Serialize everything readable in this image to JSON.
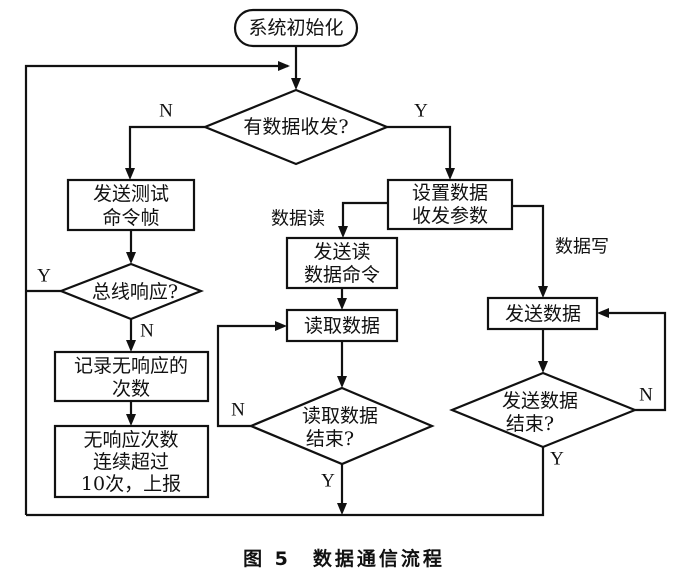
{
  "diagram": {
    "type": "flowchart",
    "nodes": {
      "start": {
        "kind": "terminal",
        "lines": [
          "系统初始化"
        ]
      },
      "has_data": {
        "kind": "decision",
        "lines": [
          "有数据收发?"
        ]
      },
      "send_test": {
        "kind": "process",
        "lines": [
          "发送测试",
          "命令帧"
        ]
      },
      "bus_resp": {
        "kind": "decision",
        "lines": [
          "总线响应?"
        ]
      },
      "record_noresp": {
        "kind": "process",
        "lines": [
          "记录无响应的",
          "次数"
        ]
      },
      "report": {
        "kind": "process",
        "lines": [
          "无响应次数",
          "连续超过",
          "10次，上报"
        ]
      },
      "set_params": {
        "kind": "process",
        "lines": [
          "设置数据",
          "收发参数"
        ]
      },
      "send_read_cmd": {
        "kind": "process",
        "lines": [
          "发送读",
          "数据命令"
        ]
      },
      "read_data": {
        "kind": "process",
        "lines": [
          "读取数据"
        ]
      },
      "read_done": {
        "kind": "decision",
        "lines": [
          "读取数据",
          "结束?"
        ]
      },
      "send_data": {
        "kind": "process",
        "lines": [
          "发送数据"
        ]
      },
      "send_done": {
        "kind": "decision",
        "lines": [
          "发送数据",
          "结束?"
        ]
      }
    },
    "edges": [
      {
        "from": "start",
        "to": "has_data",
        "label": ""
      },
      {
        "from": "has_data",
        "to": "send_test",
        "label": "N"
      },
      {
        "from": "has_data",
        "to": "set_params",
        "label": "Y"
      },
      {
        "from": "send_test",
        "to": "bus_resp",
        "label": ""
      },
      {
        "from": "bus_resp",
        "to": "has_data",
        "label": "Y"
      },
      {
        "from": "bus_resp",
        "to": "record_noresp",
        "label": "N"
      },
      {
        "from": "record_noresp",
        "to": "report",
        "label": ""
      },
      {
        "from": "report",
        "to": "has_data",
        "label": ""
      },
      {
        "from": "set_params",
        "to": "send_read_cmd",
        "label": "数据读"
      },
      {
        "from": "set_params",
        "to": "send_data",
        "label": "数据写"
      },
      {
        "from": "send_read_cmd",
        "to": "read_data",
        "label": ""
      },
      {
        "from": "read_data",
        "to": "read_done",
        "label": ""
      },
      {
        "from": "read_done",
        "to": "read_data",
        "label": "N"
      },
      {
        "from": "read_done",
        "to": "has_data",
        "label": "Y"
      },
      {
        "from": "send_data",
        "to": "send_done",
        "label": ""
      },
      {
        "from": "send_done",
        "to": "send_data",
        "label": "N"
      },
      {
        "from": "send_done",
        "to": "has_data",
        "label": "Y"
      }
    ],
    "labels": {
      "n": "N",
      "y": "Y",
      "data_read": "数据读",
      "data_write": "数据写"
    }
  },
  "caption": {
    "figure_number": "图 5",
    "title": "数据通信流程"
  }
}
